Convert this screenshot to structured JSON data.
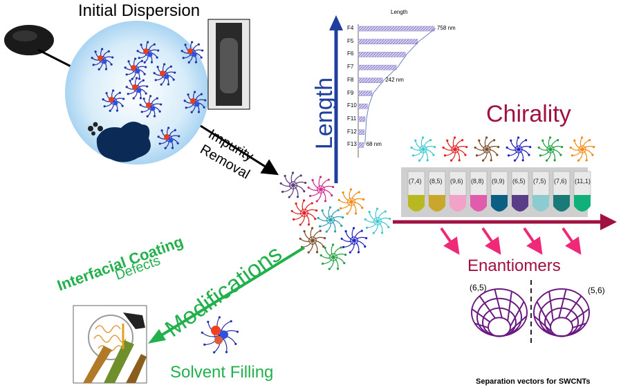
{
  "title": "Initial Dispersion",
  "impurity_line1": "Impurity",
  "impurity_line2": "Removal",
  "length_label": "Length",
  "chirality_label": "Chirality",
  "enantiomers_label": "Enantiomers",
  "modifications_label": "Modifications",
  "interfacial_coating_label": "Interfacial Coating",
  "defects_label": "Defects",
  "solvent_filling_label": "Solvent Filling",
  "footer": "Separation vectors for SWCNTs",
  "length_chart": {
    "title": "Length",
    "fractions": [
      "F4",
      "F5",
      "F6",
      "F7",
      "F8",
      "F9",
      "F10",
      "F11",
      "F12",
      "F13"
    ],
    "bar_fraction": [
      1.0,
      0.78,
      0.62,
      0.5,
      0.32,
      0.18,
      0.12,
      0.09,
      0.08,
      0.07
    ],
    "annotations": [
      {
        "fraction": "F4",
        "text": "758 nm"
      },
      {
        "fraction": "F8",
        "text": "242 nm"
      },
      {
        "fraction": "F13",
        "text": "68 nm"
      }
    ]
  },
  "vials": [
    {
      "label": "(7,4)",
      "color": "#b8b820"
    },
    {
      "label": "(8,5)",
      "color": "#c9a62c"
    },
    {
      "label": "(9,6)",
      "color": "#f2a2c8"
    },
    {
      "label": "(8,8)",
      "color": "#e25cae"
    },
    {
      "label": "(9,9)",
      "color": "#0b5f82"
    },
    {
      "label": "(6,5)",
      "color": "#5a3d86"
    },
    {
      "label": "(7,5)",
      "color": "#8ccbd0"
    },
    {
      "label": "(7,6)",
      "color": "#1a7a78"
    },
    {
      "label": "(11,1)",
      "color": "#10b07a"
    }
  ],
  "tube_colors": [
    "#3cc9d0",
    "#e02020",
    "#7a4a2a",
    "#2020c0",
    "#20a040",
    "#f08a10"
  ],
  "enantiomer_left": "(6,5)",
  "enantiomer_right": "(5,6)",
  "colors": {
    "length_blue": "#1f3f9f",
    "chirality_red": "#a01040",
    "modification_green": "#22b04c",
    "arrow_pink": "#f02878",
    "enantiomer_purple": "#6a1a80",
    "bar_fill": "#c3bde6"
  }
}
